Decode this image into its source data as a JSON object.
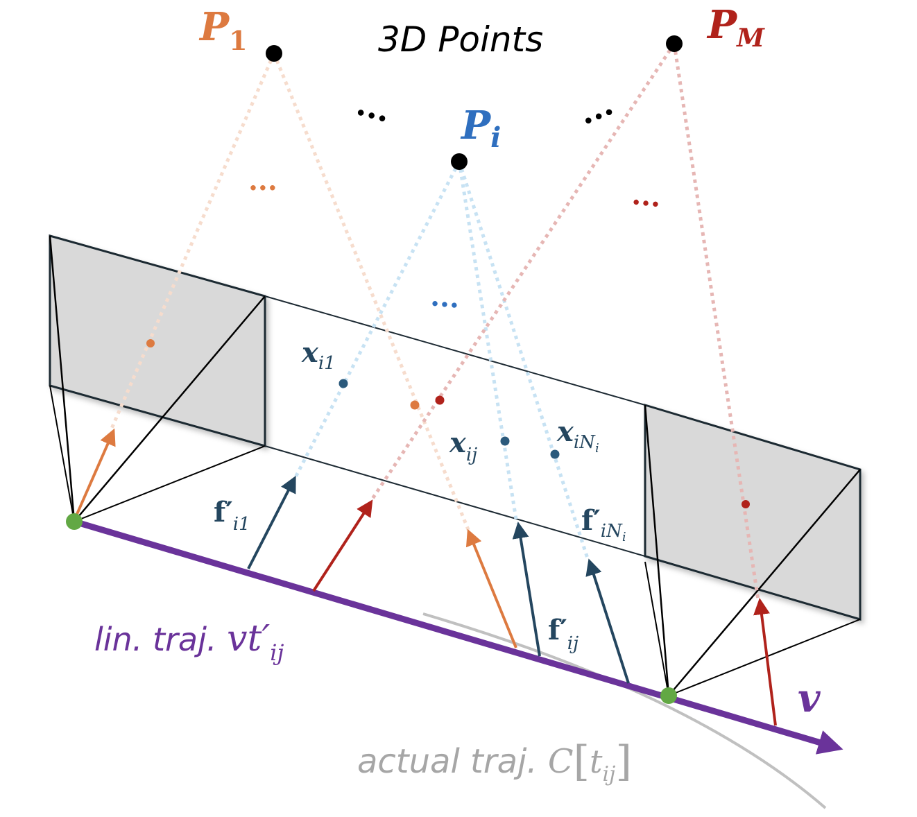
{
  "title": "3D Points",
  "colors": {
    "orange": "#dd7a40",
    "orange_light": "#f6dccd",
    "blue_label": "#2f6fbf",
    "blue_dark": "#24465f",
    "blue_point": "#2b5a7c",
    "blue_light": "#c7e2f3",
    "red": "#b0221b",
    "red_light": "#e6b6b4",
    "purple": "#6a339a",
    "gray": "#c0c0c0",
    "gray_text": "#a6a6a6",
    "green": "#62a844",
    "frame_fill": "#d9d9d9",
    "black": "#000000"
  },
  "points": {
    "p1": {
      "base": "P",
      "sub": "1"
    },
    "pi": {
      "base": "P",
      "sub": "i"
    },
    "pm": {
      "base": "P",
      "sub": "M"
    }
  },
  "ellipsis": "...",
  "image_points": {
    "xi1": {
      "base": "x",
      "sub": "i1"
    },
    "xij": {
      "base": "x",
      "sub": "ij"
    },
    "xiNi": {
      "base": "x",
      "sub": "iN",
      "subsub": "i"
    }
  },
  "bearings": {
    "fi1": {
      "base": "f′",
      "sub": "i1"
    },
    "fij": {
      "base": "f′",
      "sub": "ij"
    },
    "fiNi": {
      "base": "f′",
      "sub": "iN",
      "subsub": "i"
    }
  },
  "labels": {
    "linear_prefix": "lin. traj. ",
    "linear_math": "vt′",
    "linear_sub": "ij",
    "actual_prefix": "actual traj. ",
    "actual_math": "C",
    "actual_open": "[",
    "actual_t": "t",
    "actual_sub": "ij",
    "actual_close": "]",
    "velocity": "v"
  }
}
